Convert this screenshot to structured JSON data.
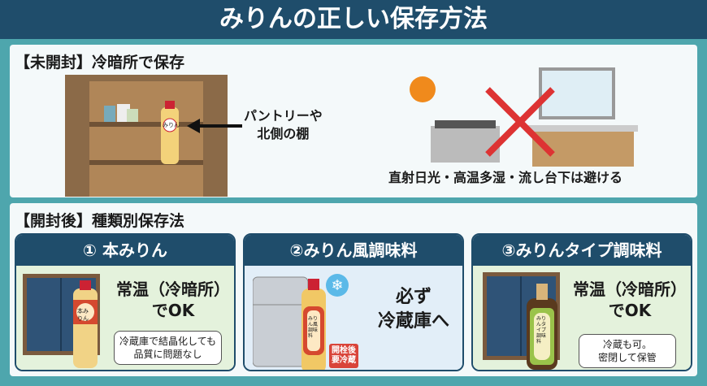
{
  "title": "みりんの正しい保存方法",
  "unopened": {
    "heading": "【未開封】冷暗所で保存",
    "pointer_label_line1": "パントリーや",
    "pointer_label_line2": "北側の棚",
    "avoid_text": "直射日光・高温多湿・流し台下は避ける",
    "bottle_label": "みりん"
  },
  "opened": {
    "heading": "【開封後】種類別保存法",
    "cards": [
      {
        "title": "① 本みりん",
        "main_line1": "常温（冷暗所）",
        "main_line2": "でOK",
        "note_line1": "冷蔵庫で結晶化しても",
        "note_line2": "品質に問題なし",
        "bottle_label": "本みりん"
      },
      {
        "title": "②みりん風調味料",
        "main_line1": "必ず",
        "main_line2": "冷蔵庫へ",
        "tag_line1": "開栓後",
        "tag_line2": "要冷蔵",
        "bottle_label": "みりん風調味料"
      },
      {
        "title": "③みりんタイプ調味料",
        "main_line1": "常温（冷暗所）",
        "main_line2": "でOK",
        "note_line1": "冷蔵も可。",
        "note_line2": "密閉して保管",
        "bottle_label": "みりんタイプ調味料"
      }
    ]
  }
}
